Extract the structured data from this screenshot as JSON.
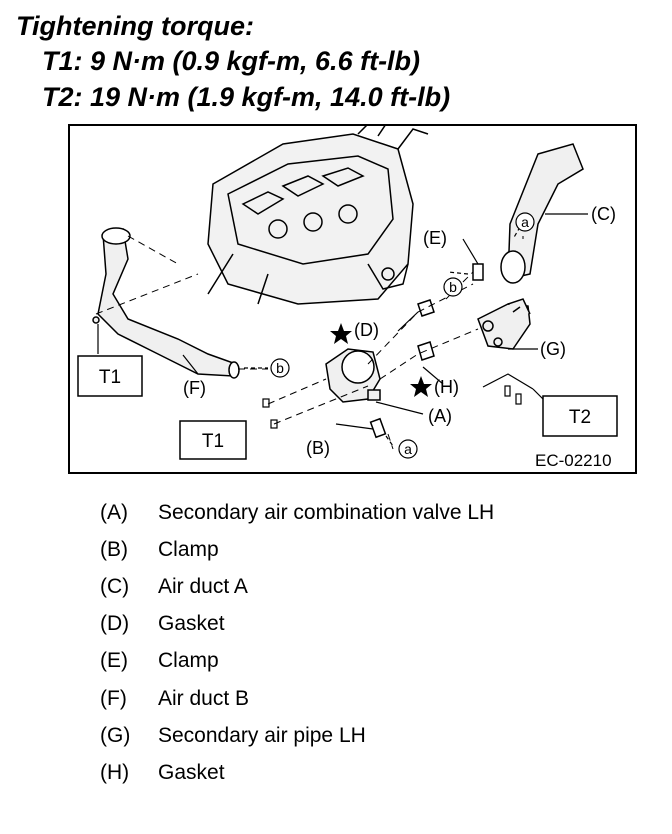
{
  "heading": {
    "title": "Tightening torque:",
    "t1": "T1: 9 N·m (0.9 kgf-m, 6.6 ft-lb)",
    "t2": "T2: 19 N·m (1.9 kgf-m, 14.0 ft-lb)"
  },
  "diagram": {
    "code": "EC-02210",
    "labels": {
      "A": "(A)",
      "B": "(B)",
      "C": "(C)",
      "D": "(D)",
      "E": "(E)",
      "F": "(F)",
      "G": "(G)",
      "H": "(H)",
      "a": "a",
      "b": "b",
      "t1": "T1",
      "t2": "T2"
    }
  },
  "legend": [
    {
      "key": "(A)",
      "text": "Secondary air combination valve LH"
    },
    {
      "key": "(B)",
      "text": "Clamp"
    },
    {
      "key": "(C)",
      "text": "Air duct A"
    },
    {
      "key": "(D)",
      "text": "Gasket"
    },
    {
      "key": "(E)",
      "text": "Clamp"
    },
    {
      "key": "(F)",
      "text": "Air duct B"
    },
    {
      "key": "(G)",
      "text": "Secondary air pipe LH"
    },
    {
      "key": "(H)",
      "text": "Gasket"
    }
  ]
}
